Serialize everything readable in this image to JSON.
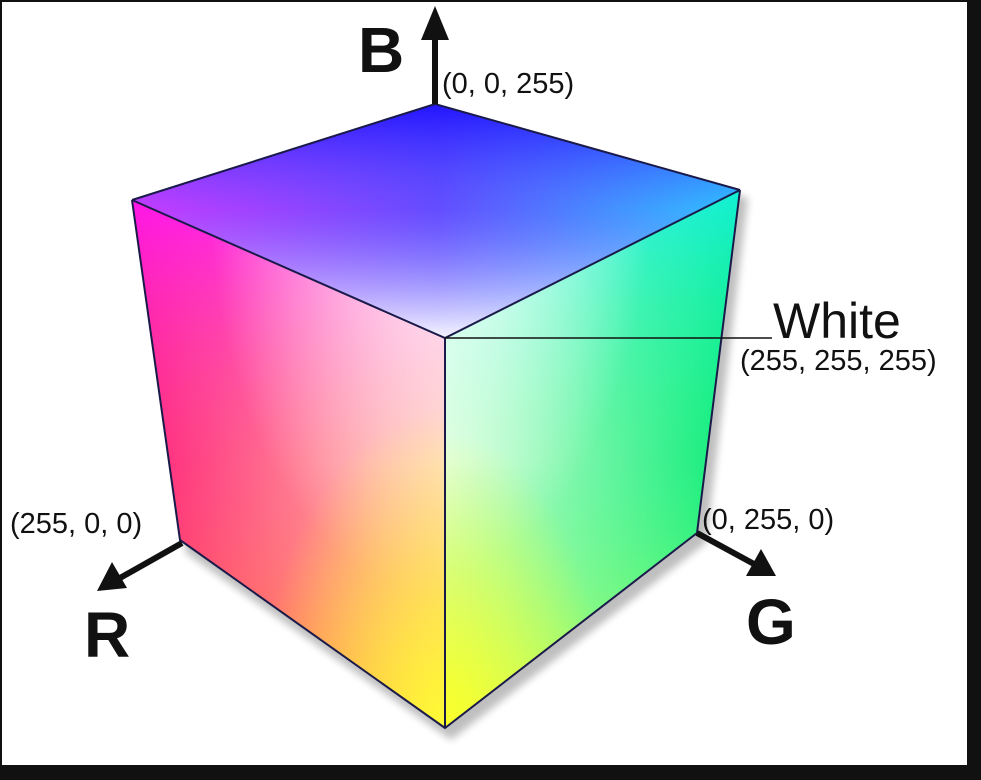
{
  "diagram": {
    "axes": {
      "blue": {
        "letter": "B",
        "coord": "(0, 0, 255)"
      },
      "red": {
        "letter": "R",
        "coord": "(255, 0, 0)"
      },
      "green": {
        "letter": "G",
        "coord": "(0, 255, 0)"
      }
    },
    "white_corner": {
      "label": "White",
      "coord": "(255, 255, 255)"
    },
    "colors": {
      "red": "#ff0000",
      "green": "#00ff00",
      "blue": "#0000ff",
      "cyan": "#00ffff",
      "magenta": "#ff00ff",
      "yellow": "#ffff00",
      "white": "#ffffff",
      "edge": "#1a1a4a"
    }
  }
}
